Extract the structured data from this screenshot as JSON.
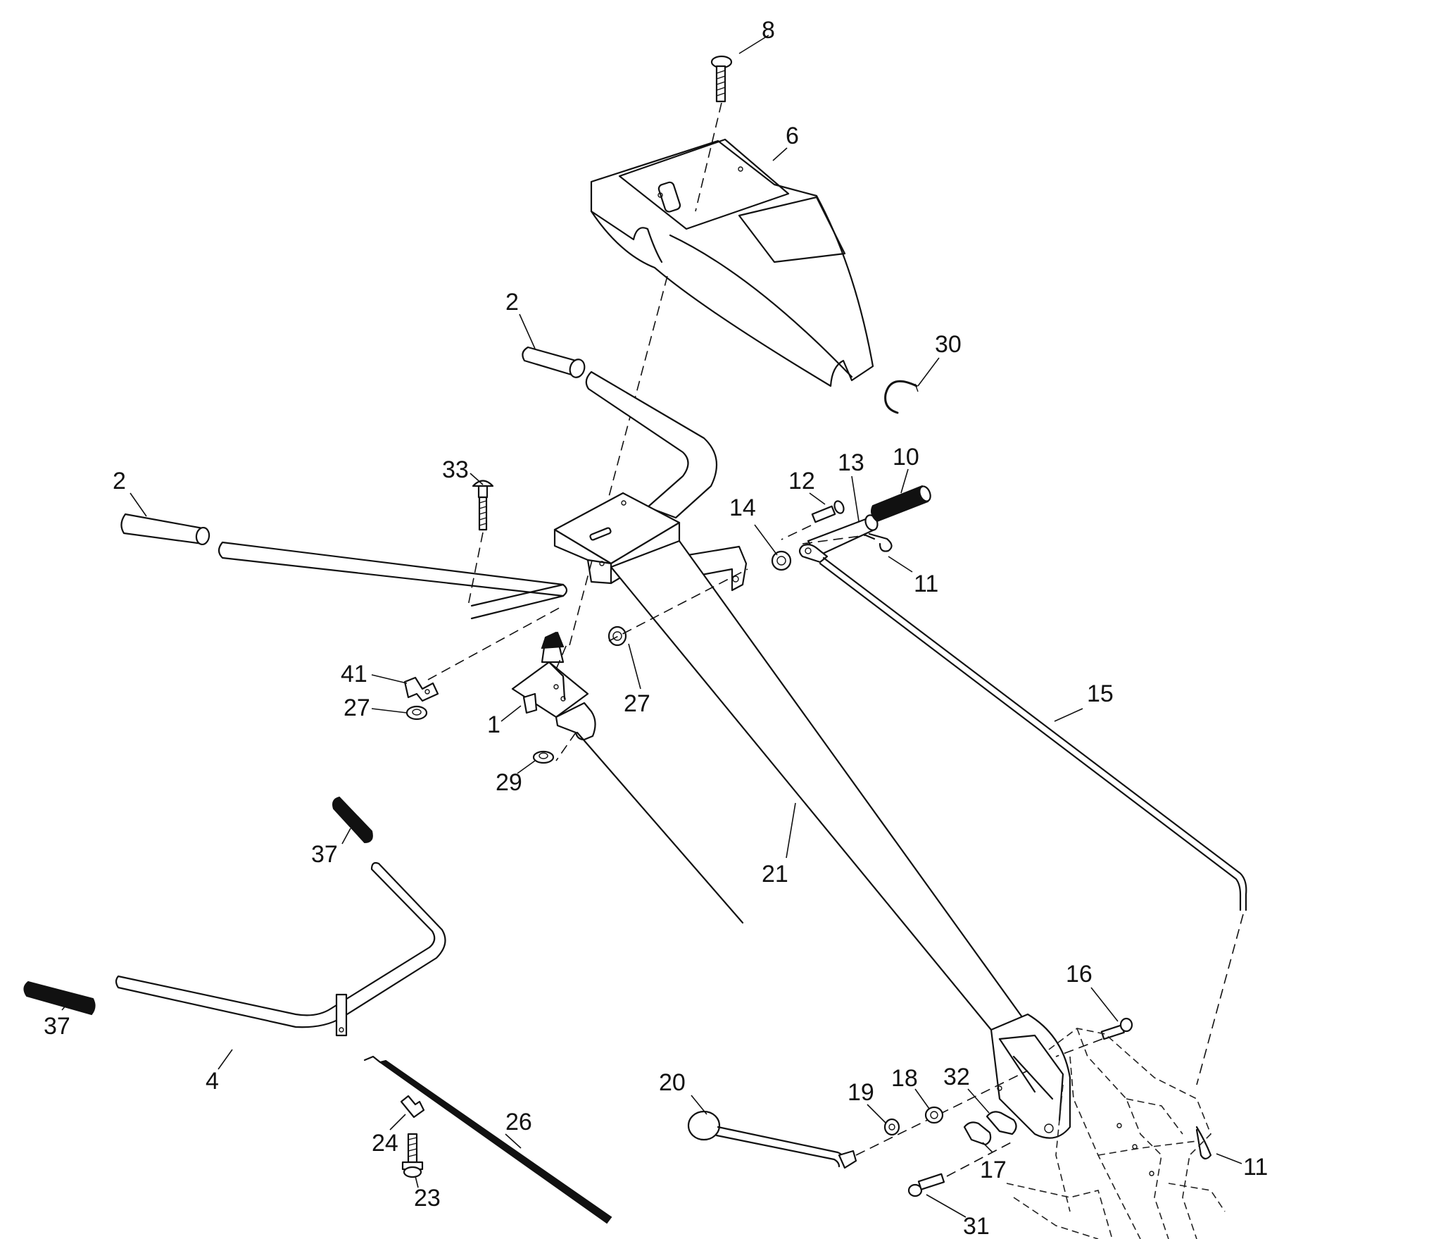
{
  "callouts": [
    {
      "id": "c8",
      "label": "8"
    },
    {
      "id": "c6",
      "label": "6"
    },
    {
      "id": "c2a",
      "label": "2"
    },
    {
      "id": "c30",
      "label": "30"
    },
    {
      "id": "c2b",
      "label": "2"
    },
    {
      "id": "c33",
      "label": "33"
    },
    {
      "id": "c10",
      "label": "10"
    },
    {
      "id": "c12",
      "label": "12"
    },
    {
      "id": "c13",
      "label": "13"
    },
    {
      "id": "c14",
      "label": "14"
    },
    {
      "id": "c11a",
      "label": "11"
    },
    {
      "id": "c41",
      "label": "41"
    },
    {
      "id": "c27a",
      "label": "27"
    },
    {
      "id": "c27b",
      "label": "27"
    },
    {
      "id": "c1",
      "label": "1"
    },
    {
      "id": "c15",
      "label": "15"
    },
    {
      "id": "c29",
      "label": "29"
    },
    {
      "id": "c37a",
      "label": "37"
    },
    {
      "id": "c21",
      "label": "21"
    },
    {
      "id": "c37b",
      "label": "37"
    },
    {
      "id": "c16",
      "label": "16"
    },
    {
      "id": "c4",
      "label": "4"
    },
    {
      "id": "c20",
      "label": "20"
    },
    {
      "id": "c19",
      "label": "19"
    },
    {
      "id": "c18",
      "label": "18"
    },
    {
      "id": "c32",
      "label": "32"
    },
    {
      "id": "c26",
      "label": "26"
    },
    {
      "id": "c24",
      "label": "24"
    },
    {
      "id": "c17",
      "label": "17"
    },
    {
      "id": "c11b",
      "label": "11"
    },
    {
      "id": "c23",
      "label": "23"
    },
    {
      "id": "c31",
      "label": "31"
    }
  ]
}
